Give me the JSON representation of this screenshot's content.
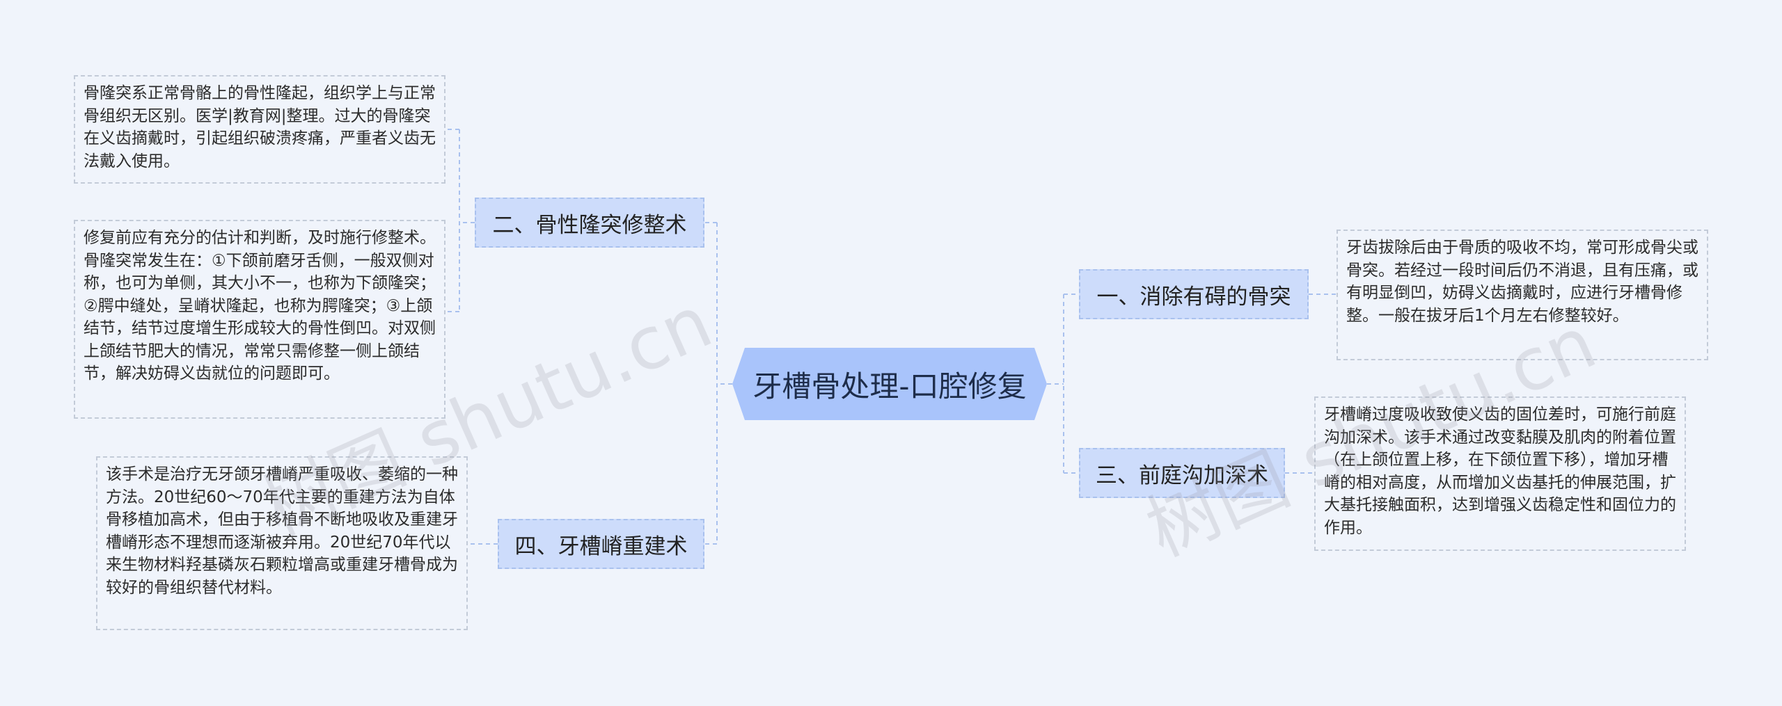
{
  "root": {
    "title": "牙槽骨处理-口腔修复"
  },
  "branches": [
    {
      "label": "二、骨性隆突修整术",
      "leaves": [
        "骨隆突系正常骨骼上的骨性隆起，组织学上与正常骨组织无区别。医学|教育网|整理。过大的骨隆突在义齿摘戴时，引起组织破溃疼痛，严重者义齿无法戴入使用。",
        "修复前应有充分的估计和判断，及时施行修整术。骨隆突常发生在：①下颌前磨牙舌侧，一般双侧对称，也可为单侧，其大小不一，也称为下颌隆突；②腭中缝处，呈嵴状隆起，也称为腭隆突；③上颌结节，结节过度增生形成较大的骨性倒凹。对双侧上颌结节肥大的情况，常常只需修整一侧上颌结节，解决妨碍义齿就位的问题即可。"
      ]
    },
    {
      "label": "四、牙槽嵴重建术",
      "leaves": [
        "该手术是治疗无牙颌牙槽嵴严重吸收、萎缩的一种方法。20世纪60～70年代主要的重建方法为自体骨移植加高术，但由于移植骨不断地吸收及重建牙槽嵴形态不理想而逐渐被弃用。20世纪70年代以来生物材料羟基磷灰石颗粒增高或重建牙槽骨成为较好的骨组织替代材料。"
      ]
    },
    {
      "label": "一、消除有碍的骨突",
      "leaves": [
        "牙齿拔除后由于骨质的吸收不均，常可形成骨尖或骨突。若经过一段时间后仍不消退，且有压痛，或有明显倒凹，妨碍义齿摘戴时，应进行牙槽骨修整。一般在拔牙后1个月左右修整较好。"
      ]
    },
    {
      "label": "三、前庭沟加深术",
      "leaves": [
        "牙槽嵴过度吸收致使义齿的固位差时，可施行前庭沟加深术。该手术通过改变黏膜及肌肉的附着位置（在上颌位置上移，在下颌位置下移），增加牙槽嵴的相对高度，从而增加义齿基托的伸展范围，扩大基托接触面积，达到增强义齿稳定性和固位力的作用。"
      ]
    }
  ],
  "watermarks": [
    "树图 shutu.cn",
    "树图 shutu.cn"
  ],
  "colors": {
    "background": "#f0f4fb",
    "root_fill": "#a9c4fb",
    "branch_fill": "#cddcfb",
    "connector": "#a9c1ee"
  }
}
